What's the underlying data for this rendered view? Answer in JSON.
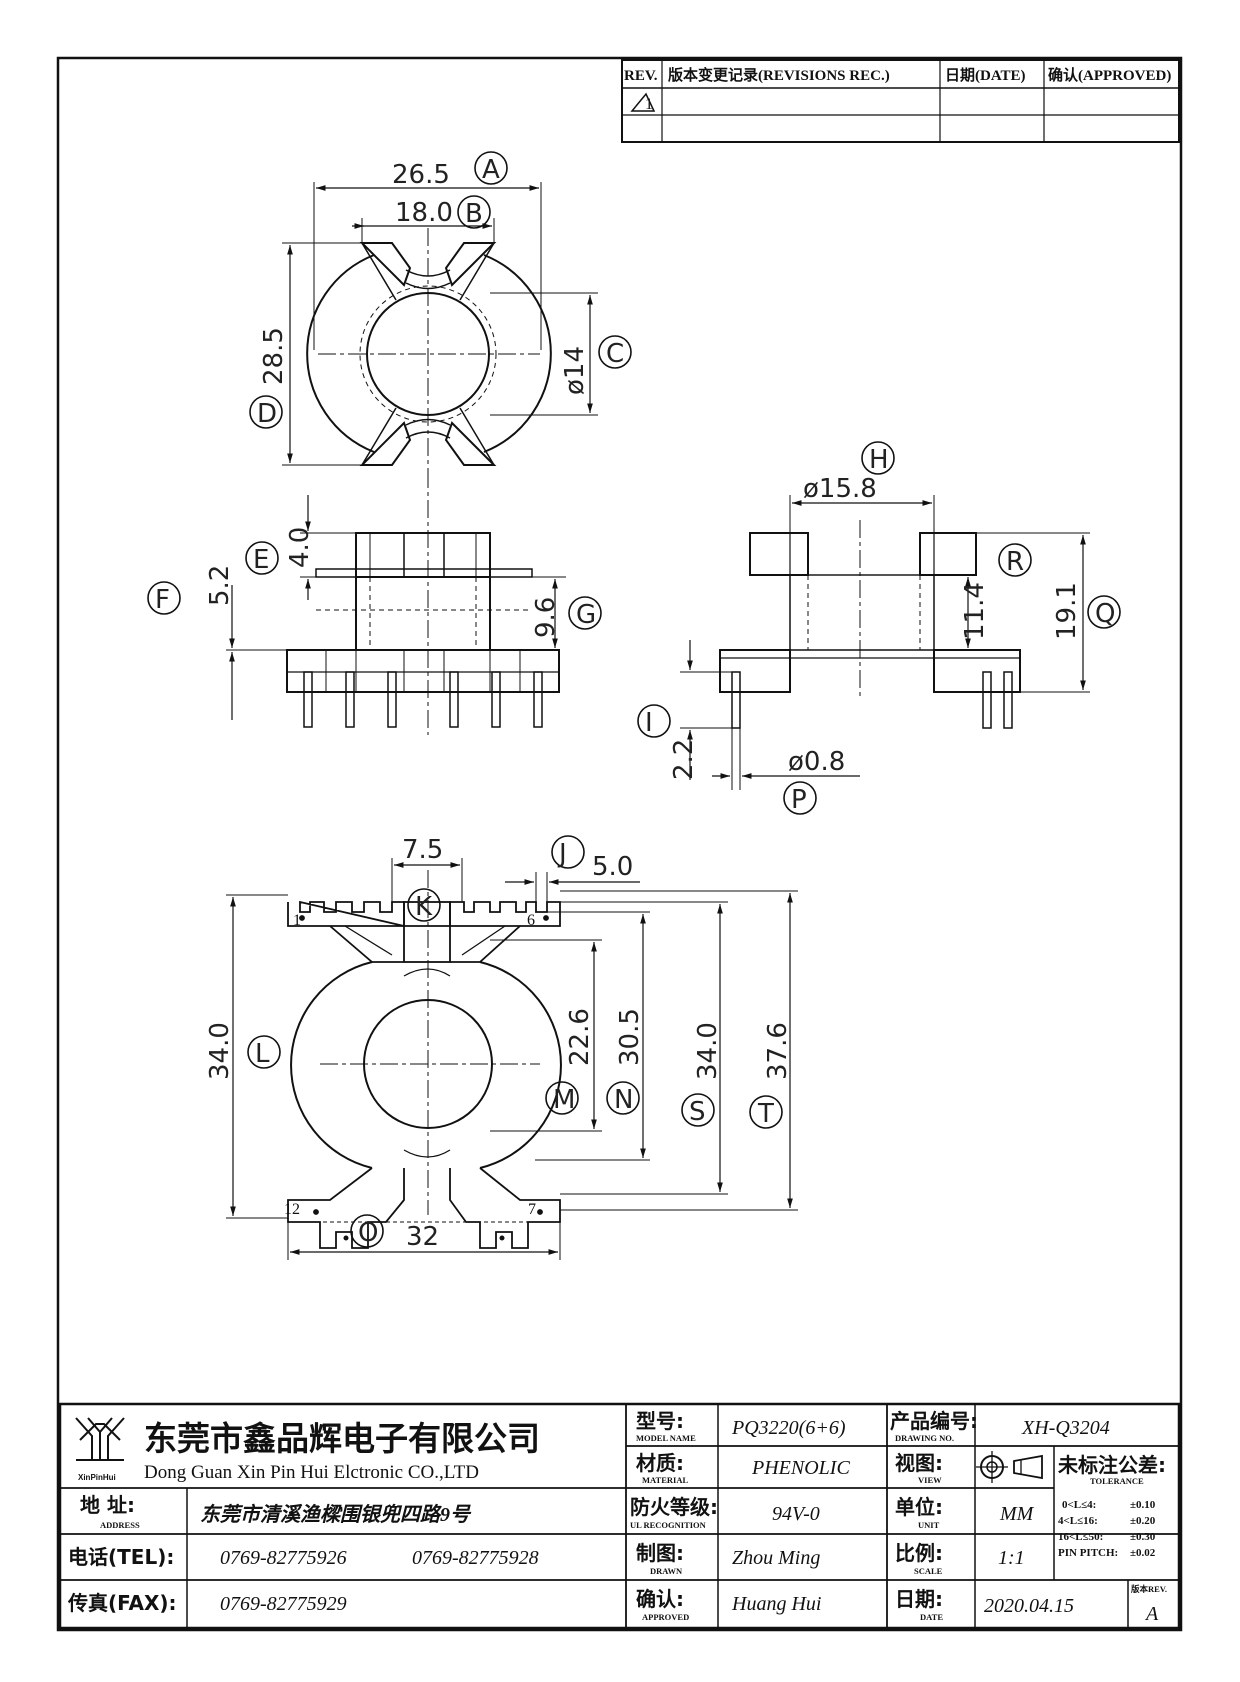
{
  "revision_table": {
    "header": {
      "rev": "REV.",
      "record": "版本变更记录(REVISIONS REC.)",
      "date": "日期(DATE)",
      "approved": "确认(APPROVED)"
    },
    "rows": [
      {
        "rev": "1",
        "record": "",
        "date": "",
        "approved": ""
      },
      {
        "rev": "",
        "record": "",
        "date": "",
        "approved": ""
      }
    ]
  },
  "top_view": {
    "dims": {
      "A": "26.5",
      "B": "18.0",
      "C": "ø14",
      "D": "28.5"
    },
    "letters": {
      "A": "A",
      "B": "B",
      "C": "C",
      "D": "D"
    }
  },
  "front_view": {
    "dims": {
      "E": "4.0",
      "F": "5.2",
      "G": "9.6"
    },
    "letters": {
      "E": "E",
      "F": "F",
      "G": "G"
    }
  },
  "side_view": {
    "dims": {
      "H": "ø15.8",
      "R": "11.4",
      "Q": "19.1",
      "I": "2.2",
      "P": "ø0.8"
    },
    "letters": {
      "H": "H",
      "R": "R",
      "Q": "Q",
      "I": "I",
      "P": "P"
    }
  },
  "bottom_view": {
    "dims": {
      "K": "7.5",
      "J": "5.0",
      "L": "34.0",
      "M": "22.6",
      "N": "30.5",
      "S": "34.0",
      "T": "37.6",
      "O": "32"
    },
    "letters": {
      "K": "K",
      "J": "J",
      "L": "L",
      "M": "M",
      "N": "N",
      "S": "S",
      "T": "T",
      "O": "O"
    },
    "pins": {
      "p1": "1",
      "p6": "6",
      "p12": "12",
      "p7": "7"
    }
  },
  "title_block": {
    "logo_text": "XinPinHui",
    "company_cn": "东莞市鑫品辉电子有限公司",
    "company_en": "Dong Guan Xin Pin Hui Elctronic CO.,LTD",
    "address_label": "地 址:",
    "address_sub": "ADDRESS",
    "address_value": "东莞市清溪渔樑围银兜四路9号",
    "tel_label": "电话(TEL):",
    "tel_value_1": "0769-82775926",
    "tel_value_2": "0769-82775928",
    "fax_label": "传真(FAX):",
    "fax_value": "0769-82775929",
    "model_label": "型号:",
    "model_sub": "MODEL NAME",
    "model_value": "PQ3220(6+6)",
    "material_label": "材质:",
    "material_sub": "MATERIAL",
    "material_value": "PHENOLIC",
    "ul_label": "防火等级:",
    "ul_sub": "UL RECOGNITION",
    "ul_value": "94V-0",
    "drawn_label": "制图:",
    "drawn_sub": "DRAWN",
    "drawn_value": "Zhou Ming",
    "approved_label": "确认:",
    "approved_sub": "APPROVED",
    "approved_value": "Huang Hui",
    "drawing_no_label": "产品编号:",
    "drawing_no_sub": "DRAWING NO.",
    "drawing_no_value": "XH-Q3204",
    "view_label": "视图:",
    "view_sub": "VIEW",
    "unit_label": "单位:",
    "unit_sub": "UNIT",
    "unit_value": "MM",
    "scale_label": "比例:",
    "scale_sub": "SCALE",
    "scale_value": "1:1",
    "date_label": "日期:",
    "date_sub": "DATE",
    "date_value": "2020.04.15",
    "tolerance_label": "未标注公差:",
    "tolerance_sub": "TOLERANCE",
    "tolerance_rows": [
      {
        "range": "0<L≤4:",
        "value": "±0.10"
      },
      {
        "range": "4<L≤16:",
        "value": "±0.20"
      },
      {
        "range": "16<L≤50:",
        "value": "±0.30"
      },
      {
        "range": "PIN PITCH:",
        "value": "±0.02"
      }
    ],
    "rev_label": "版本REV.",
    "rev_value": "A"
  }
}
